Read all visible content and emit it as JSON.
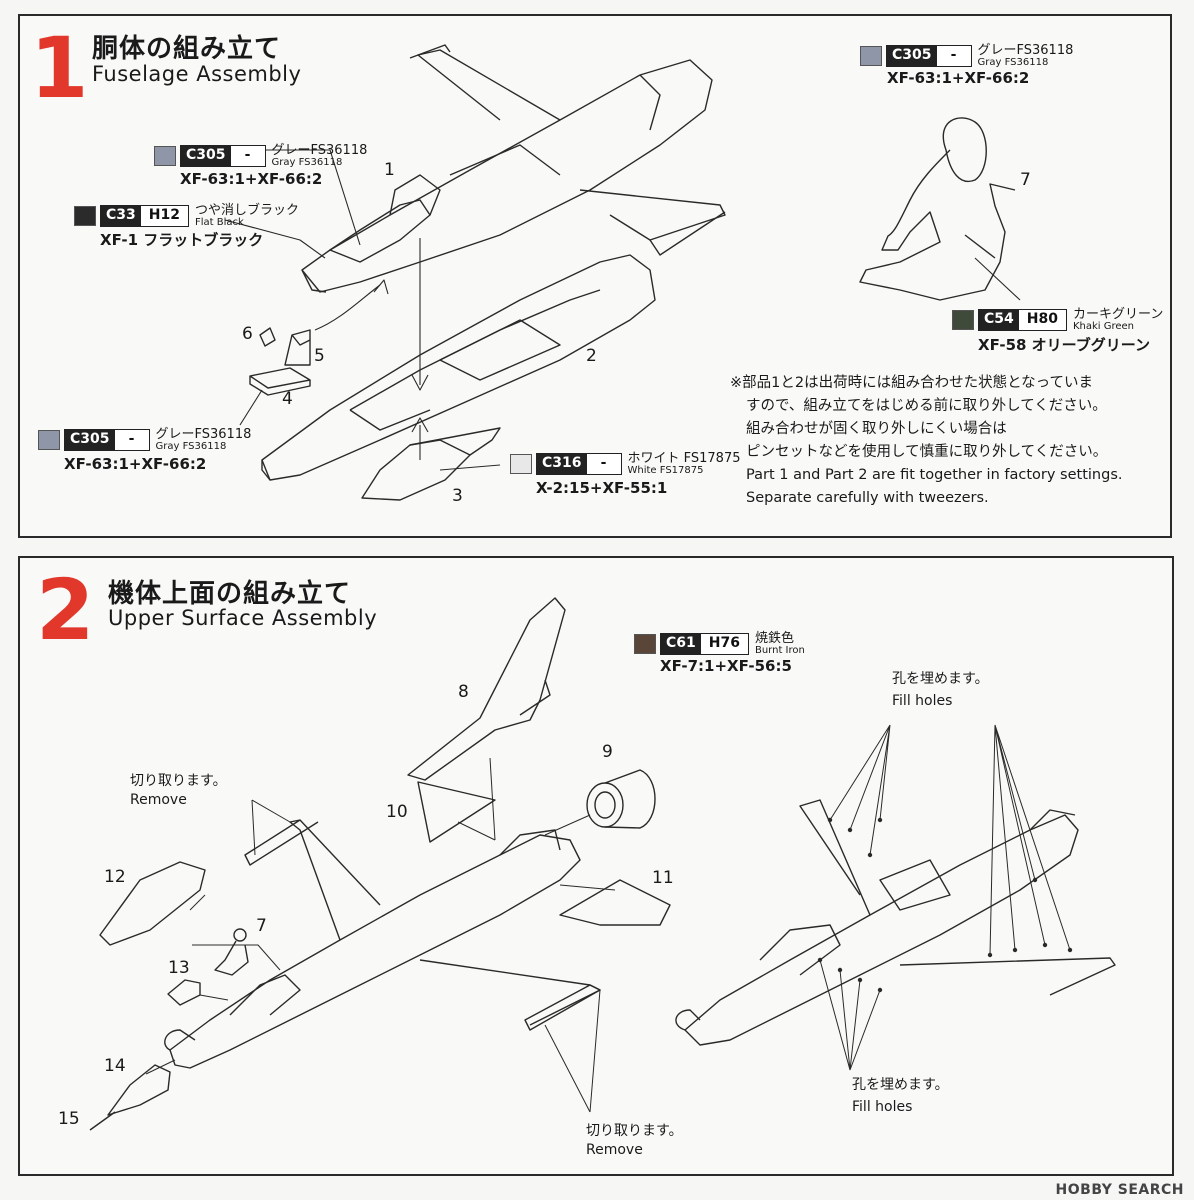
{
  "step1": {
    "number": "1",
    "title_ja": "胴体の組み立て",
    "title_en": "Fuselage Assembly",
    "paints": [
      {
        "swatch": "#8e96a8",
        "code": "C305",
        "alt": "-",
        "name_ja": "グレーFS36118",
        "name_en": "Gray FS36118",
        "mix": "XF-63:1+XF-66:2"
      },
      {
        "swatch": "#8e96a8",
        "code": "C305",
        "alt": "-",
        "name_ja": "グレーFS36118",
        "name_en": "Gray FS36118",
        "mix": "XF-63:1+XF-66:2"
      },
      {
        "swatch": "#2b2b2b",
        "code": "C33",
        "alt": "H12",
        "name_ja": "つや消しブラック",
        "name_en": "Flat Black",
        "mix": "XF-1 フラットブラック"
      },
      {
        "swatch": "#8e96a8",
        "code": "C305",
        "alt": "-",
        "name_ja": "グレーFS36118",
        "name_en": "Gray FS36118",
        "mix": "XF-63:1+XF-66:2"
      },
      {
        "swatch": "#e8e8e8",
        "code": "C316",
        "alt": "-",
        "name_ja": "ホワイト FS17875",
        "name_en": "White FS17875",
        "mix": "X-2:15+XF-55:1"
      },
      {
        "swatch": "#3f4a3a",
        "code": "C54",
        "alt": "H80",
        "name_ja": "カーキグリーン",
        "name_en": "Khaki Green",
        "mix": "XF-58 オリーブグリーン"
      }
    ],
    "parts": [
      "1",
      "2",
      "3",
      "4",
      "5",
      "6",
      "7"
    ],
    "note_ja": [
      "※部品1と2は出荷時には組み合わせた状態となっていま",
      "すので、組み立てをはじめる前に取り外してください。",
      "組み合わせが固く取り外しにくい場合は",
      "ピンセットなどを使用して慎重に取り外してください。"
    ],
    "note_en": [
      "Part 1 and Part 2 are fit together in factory settings.",
      "Separate carefully with tweezers."
    ]
  },
  "step2": {
    "number": "2",
    "title_ja": "機体上面の組み立て",
    "title_en": "Upper Surface Assembly",
    "paint": {
      "swatch": "#5a4638",
      "code": "C61",
      "alt": "H76",
      "name_ja": "焼鉄色",
      "name_en": "Burnt Iron",
      "mix": "XF-7:1+XF-56:5"
    },
    "parts": [
      "8",
      "9",
      "10",
      "11",
      "12",
      "7",
      "13",
      "14",
      "15"
    ],
    "remove_ja": "切り取ります。",
    "remove_en": "Remove",
    "fill_ja": "孔を埋めます。",
    "fill_en": "Fill holes"
  },
  "watermark": "HOBBY SEARCH"
}
